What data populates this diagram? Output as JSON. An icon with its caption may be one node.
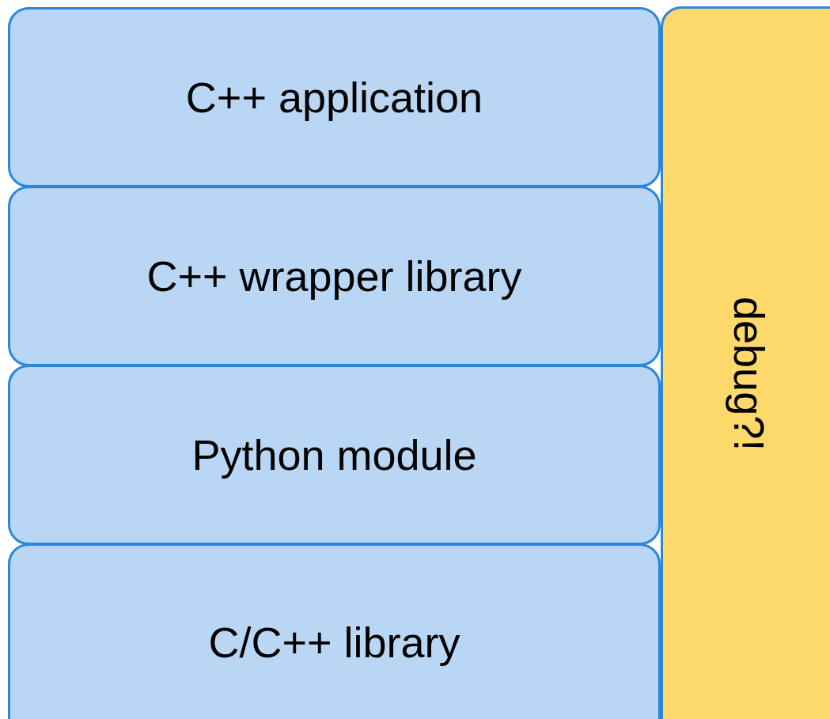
{
  "diagram": {
    "nodes": [
      {
        "text": [
          "C++ application"
        ]
      },
      {
        "text": [
          "C++ wrapper library"
        ]
      },
      {
        "text": [
          "Python module"
        ]
      },
      {
        "text": [
          "C/C++ library"
        ]
      },
      {
        "text": [
          "debug?!"
        ]
      }
    ]
  }
}
